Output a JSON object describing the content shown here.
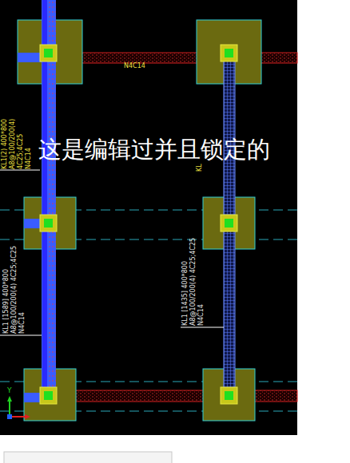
{
  "diagram": {
    "labels": [
      "N4C14",
      "KL1(2) 400*800",
      "A8@100/200(4)",
      "4C25;4C25",
      "N4C14",
      "这是编辑过并且锁定的",
      "KL",
      "KL1 [1589] 400*800",
      "A8@100/200(4) 4C25;4C25",
      "N4C14",
      "KL1 [1435] 400*800",
      "A8@100/200(4) 4C25;4C25",
      "N4C14",
      "Y"
    ]
  }
}
